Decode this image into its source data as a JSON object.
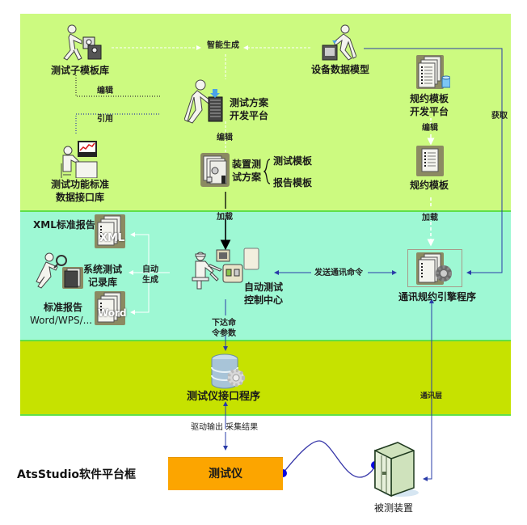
{
  "title": "AtsStudio软件平台框",
  "colors": {
    "band_top": "#ccfa80",
    "band_mid": "#9ef8d4",
    "band_bot": "#c6e200",
    "band_border": "#5fe04a",
    "device_box": "#fca500",
    "connector_line": "#2a3ca8"
  },
  "bands": {
    "top": {
      "nodes": {
        "test_sub_template_lib": "测试子模板库",
        "test_plan_dev_platform_line1": "测试方案",
        "test_plan_dev_platform_line2": "开发平台",
        "device_data_model": "设备数据模型",
        "protocol_template_dev_line1": "规约模板",
        "protocol_template_dev_line2": "开发平台",
        "test_function_std_line1": "测试功能标准",
        "test_function_std_line2": "数据接口库",
        "device_test_plan_line1": "装置测",
        "device_test_plan_line2": "试方案",
        "test_template": "测试模板",
        "report_template": "报告模板",
        "protocol_template": "规约模板"
      },
      "edges": {
        "smart_generate": "智能生成",
        "edit_1": "编辑",
        "reference": "引用",
        "edit_2": "编辑",
        "edit_3": "编辑",
        "fetch": "获取"
      },
      "icons": {
        "test_sub_template_lib": "person-pushing-files-icon",
        "test_plan_dev_platform": "person-with-document-icon",
        "device_data_model": "person-with-device-icon",
        "protocol_template_dev": "documents-database-icon",
        "test_function_std": "person-at-chart-desk-icon",
        "device_test_plan": "document-stack-icon",
        "protocol_template": "document-icon"
      }
    },
    "mid": {
      "nodes": {
        "xml_report": "XML标准报告",
        "xml_badge": "XML",
        "system_test_record_line1": "系统测试",
        "system_test_record_line2": "记录库",
        "std_report_line1": "标准报告",
        "std_report_line2": "Word/WPS/...",
        "word_badge": "Word",
        "auto_test_center_line1": "自动测试",
        "auto_test_center_line2": "控制中心",
        "protocol_engine": "通讯规约引擎程序"
      },
      "edges": {
        "load_1": "加载",
        "load_2": "加载",
        "auto_generate_line1": "自动",
        "auto_generate_line2": "生成",
        "send_comm_cmd": "发送通讯命令",
        "issue_cmd_line1": "下达命",
        "issue_cmd_line2": "令参数"
      },
      "icons": {
        "xml_report": "xml-document-icon",
        "system_test_record": "person-with-magnifier-icon",
        "std_report": "word-document-icon",
        "auto_test_center": "operator-workstation-icon",
        "protocol_engine": "document-gear-icon"
      }
    },
    "bot": {
      "nodes": {
        "instrument_interface": "测试仪接口程序"
      },
      "edges": {
        "comm_layer": "通讯层"
      },
      "icons": {
        "instrument_interface": "database-gear-icon"
      }
    }
  },
  "outside": {
    "drive_collect": "驱动输出 采集结果",
    "test_instrument": "测试仪",
    "device_under_test": "被测装置",
    "device_under_test_icon": "server-cabinet-icon"
  }
}
